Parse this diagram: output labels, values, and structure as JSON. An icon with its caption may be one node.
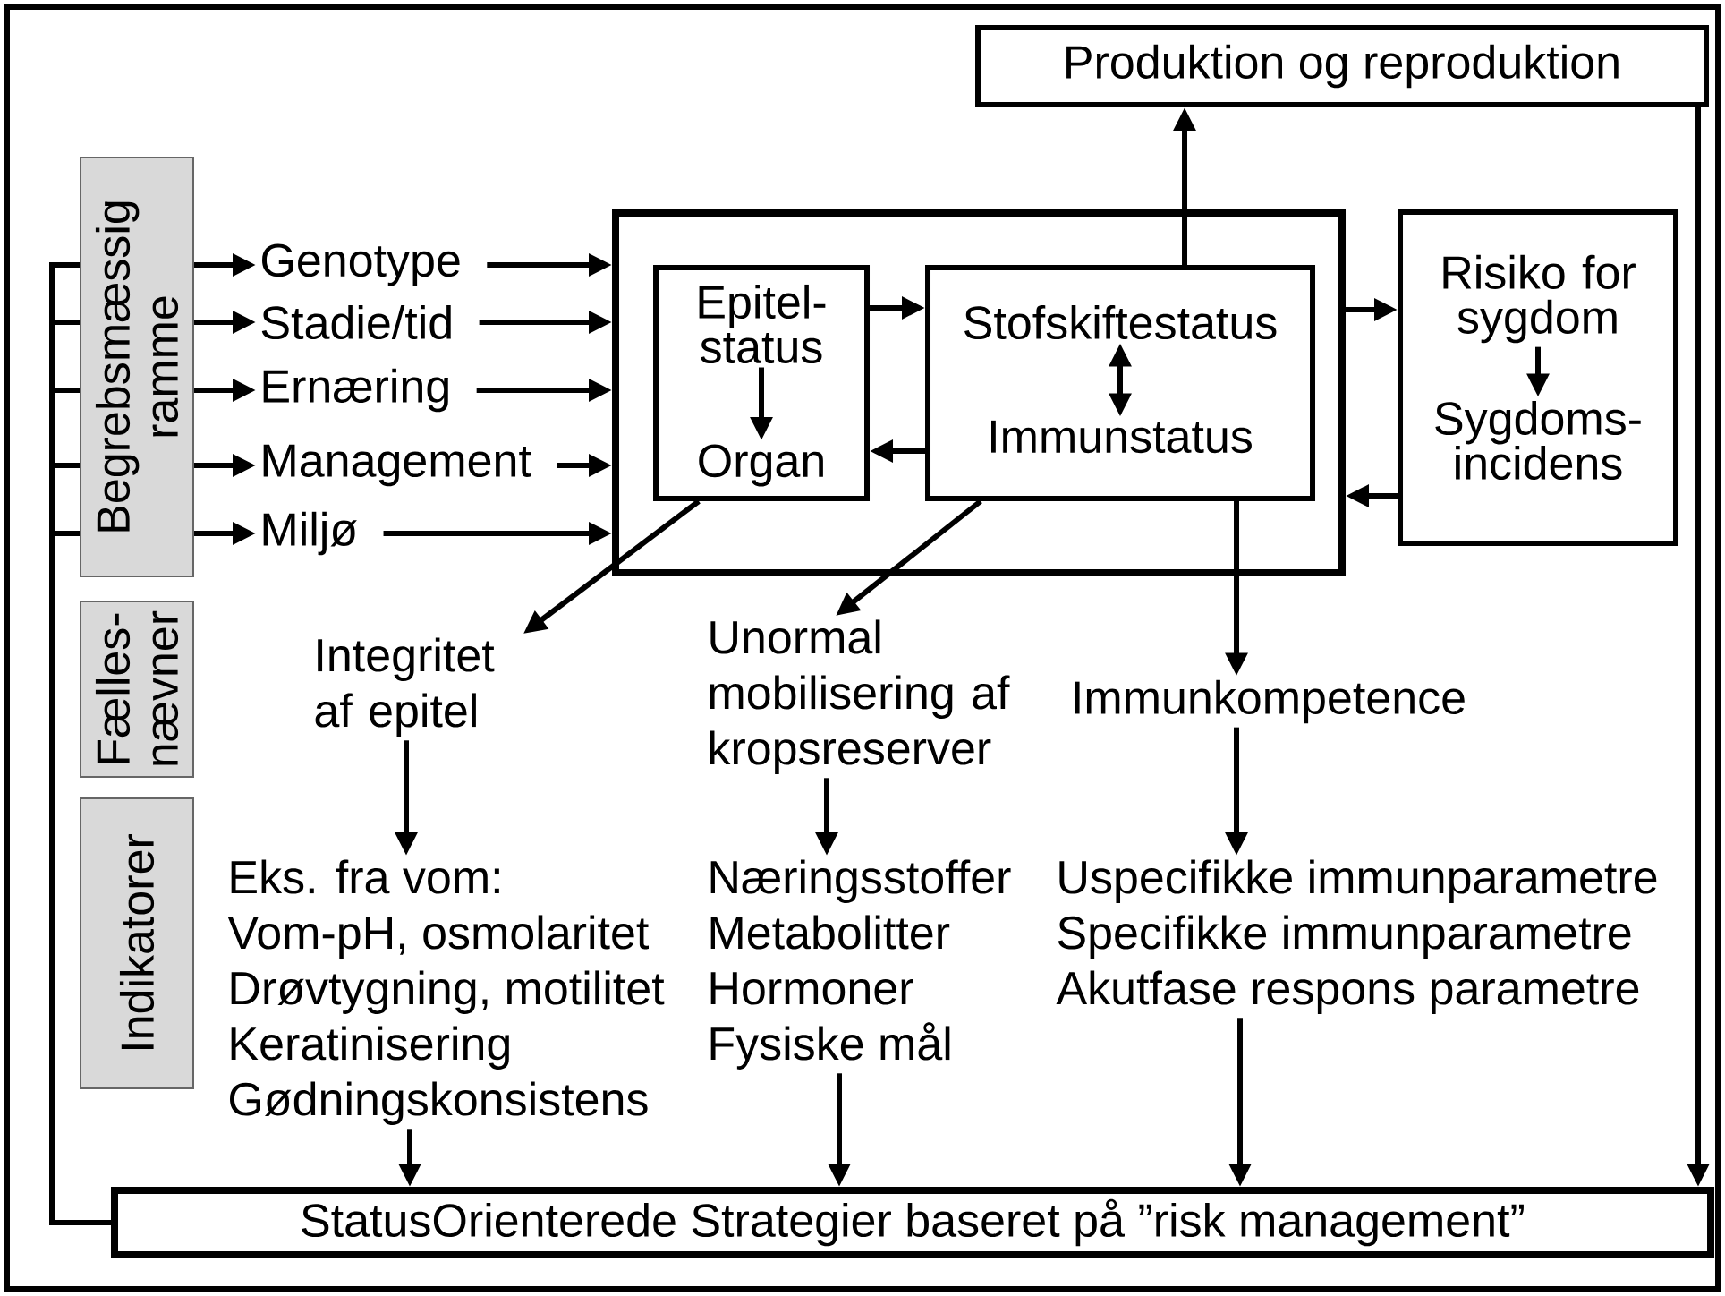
{
  "diagram": {
    "nodes": [
      {
        "text": [
          "Begrebsmæssig ramme"
        ]
      },
      {
        "text": [
          "Fælles- nævner"
        ]
      },
      {
        "text": [
          "Indikatorer"
        ]
      },
      {
        "text": [
          "Genotype"
        ]
      },
      {
        "text": [
          "Stadie/tid"
        ]
      },
      {
        "text": [
          "Ernæring"
        ]
      },
      {
        "text": [
          "Management"
        ]
      },
      {
        "text": [
          "Miljø"
        ]
      },
      {
        "text": [],
        "shape": "box"
      },
      {
        "text": [],
        "shape": "box",
        "in": 8
      },
      {
        "text": [
          "Epitel- status"
        ],
        "in": 9
      },
      {
        "text": [
          "Organ"
        ],
        "in": 9
      },
      {
        "text": [],
        "shape": "box",
        "in": 8
      },
      {
        "text": [
          "Stofskiftestatus"
        ],
        "in": 12
      },
      {
        "text": [
          "Immunstatus"
        ],
        "in": 12
      },
      {
        "text": [
          "Produktion og reproduktion"
        ]
      },
      {
        "text": [],
        "shape": "box"
      },
      {
        "text": [
          "Risiko for sygdom"
        ],
        "in": 16
      },
      {
        "text": [
          "Sygdoms- incidens"
        ],
        "in": 16
      },
      {
        "text": [
          "Integritet af epitel"
        ]
      },
      {
        "text": [
          "Unormal mobilisering af kropsreserver"
        ]
      },
      {
        "text": [
          "Immunkompetence"
        ]
      },
      {
        "text": [
          "Eks. fra vom:",
          "Vom-pH, osmolaritet",
          "Drøvtygning, motilitet",
          "Keratinisering",
          "Gødningskonsistens"
        ]
      },
      {
        "text": [
          "Næringsstoffer",
          "Metabolitter",
          "Hormoner",
          "Fysiske mål"
        ]
      },
      {
        "text": [
          "Uspecifikke immunparametre",
          "Specifikke immunparametre",
          "Akutfase respons parametre"
        ]
      },
      {
        "text": [
          "StatusOrienterede Strategier baseret på ”risk management”"
        ]
      }
    ],
    "edges": [
      {
        "from": 25,
        "to": 0,
        "arrow": "none"
      },
      {
        "from": 25,
        "to": 0,
        "arrow": "none"
      },
      {
        "from": 25,
        "to": 0,
        "arrow": "none"
      },
      {
        "from": 25,
        "to": 0,
        "arrow": "none"
      },
      {
        "from": 25,
        "to": 0,
        "arrow": "none"
      },
      {
        "from": 0,
        "to": 3,
        "arrow": "to"
      },
      {
        "from": 0,
        "to": 4,
        "arrow": "to"
      },
      {
        "from": 0,
        "to": 5,
        "arrow": "to"
      },
      {
        "from": 0,
        "to": 6,
        "arrow": "to"
      },
      {
        "from": 0,
        "to": 7,
        "arrow": "to"
      },
      {
        "from": 3,
        "to": 8,
        "arrow": "to"
      },
      {
        "from": 4,
        "to": 8,
        "arrow": "to"
      },
      {
        "from": 5,
        "to": 8,
        "arrow": "to"
      },
      {
        "from": 6,
        "to": 8,
        "arrow": "to"
      },
      {
        "from": 7,
        "to": 8,
        "arrow": "to"
      },
      {
        "from": 9,
        "to": 12,
        "arrow": "to"
      },
      {
        "from": 12,
        "to": 9,
        "arrow": "to"
      },
      {
        "from": 10,
        "to": 11,
        "arrow": "to"
      },
      {
        "from": 13,
        "to": 14,
        "arrow": "both"
      },
      {
        "from": 12,
        "to": 15,
        "arrow": "to"
      },
      {
        "from": 8,
        "to": 16,
        "arrow": "to"
      },
      {
        "from": 16,
        "to": 8,
        "arrow": "to"
      },
      {
        "from": 17,
        "to": 18,
        "arrow": "to"
      },
      {
        "from": 15,
        "to": 25,
        "arrow": "to"
      },
      {
        "from": 9,
        "to": 19,
        "arrow": "to"
      },
      {
        "from": 12,
        "to": 20,
        "arrow": "to"
      },
      {
        "from": 12,
        "to": 21,
        "arrow": "to"
      },
      {
        "from": 19,
        "to": 22,
        "arrow": "to"
      },
      {
        "from": 20,
        "to": 23,
        "arrow": "to"
      },
      {
        "from": 21,
        "to": 24,
        "arrow": "to"
      },
      {
        "from": 22,
        "to": 25,
        "arrow": "to"
      },
      {
        "from": 23,
        "to": 25,
        "arrow": "to"
      },
      {
        "from": 24,
        "to": 25,
        "arrow": "to"
      }
    ]
  }
}
